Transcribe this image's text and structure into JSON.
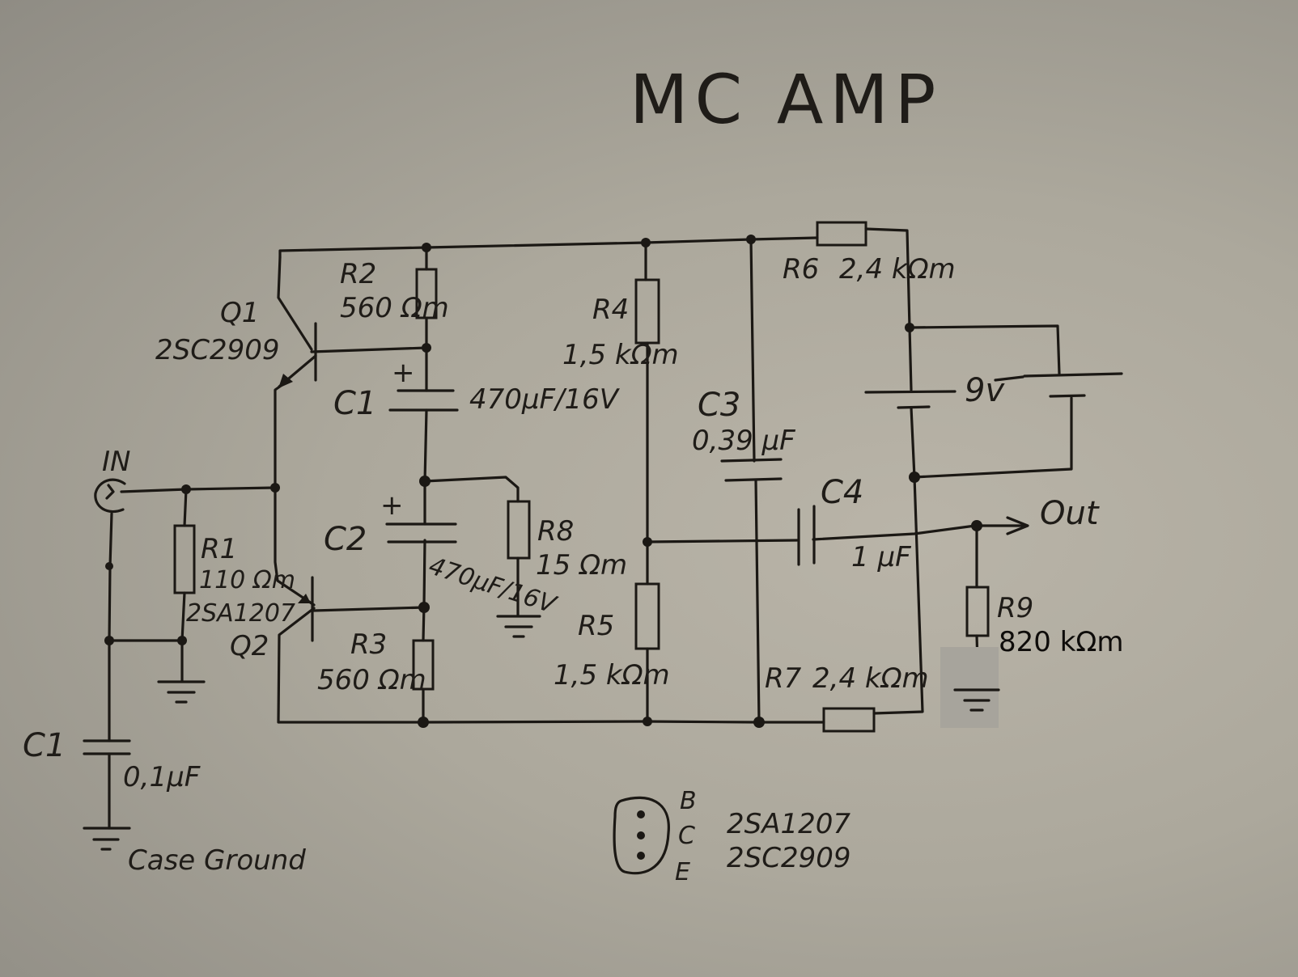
{
  "title": "MC AMP",
  "input": {
    "label": "IN"
  },
  "output": {
    "label": "Out"
  },
  "supply": {
    "label": "9v"
  },
  "ground": {
    "case_ground_label": "Case Ground"
  },
  "components": {
    "Q1": {
      "ref": "Q1",
      "part": "2SC2909",
      "type": "NPN transistor"
    },
    "Q2": {
      "ref": "Q2",
      "part": "2SA1207",
      "type": "PNP transistor"
    },
    "R1": {
      "ref": "R1",
      "value": "110 Ωm"
    },
    "R2": {
      "ref": "R2",
      "value": "560 Ωm"
    },
    "R3": {
      "ref": "R3",
      "value": "560 Ωm"
    },
    "R4": {
      "ref": "R4",
      "value": "1,5 kΩm"
    },
    "R5": {
      "ref": "R5",
      "value": "1,5 kΩm"
    },
    "R6": {
      "ref": "R6",
      "value": "2,4 kΩm"
    },
    "R7": {
      "ref": "R7",
      "value": "2,4 kΩm"
    },
    "R8": {
      "ref": "R8",
      "value": "15 Ωm"
    },
    "R9": {
      "ref": "R9",
      "value": "820 kΩm"
    },
    "C1": {
      "ref": "C1",
      "value": "470µF/16V",
      "polarity": "+"
    },
    "C2": {
      "ref": "C2",
      "value": "470µF/16V",
      "polarity": "+"
    },
    "C3": {
      "ref": "C3",
      "value": "0,39 µF"
    },
    "C4": {
      "ref": "C4",
      "value": "1 µF"
    },
    "C1_case": {
      "ref": "C1",
      "value": "0,1µF"
    }
  },
  "pinout": {
    "pins": [
      "B",
      "C",
      "E"
    ],
    "parts": [
      "2SA1207",
      "2SC2909"
    ]
  }
}
